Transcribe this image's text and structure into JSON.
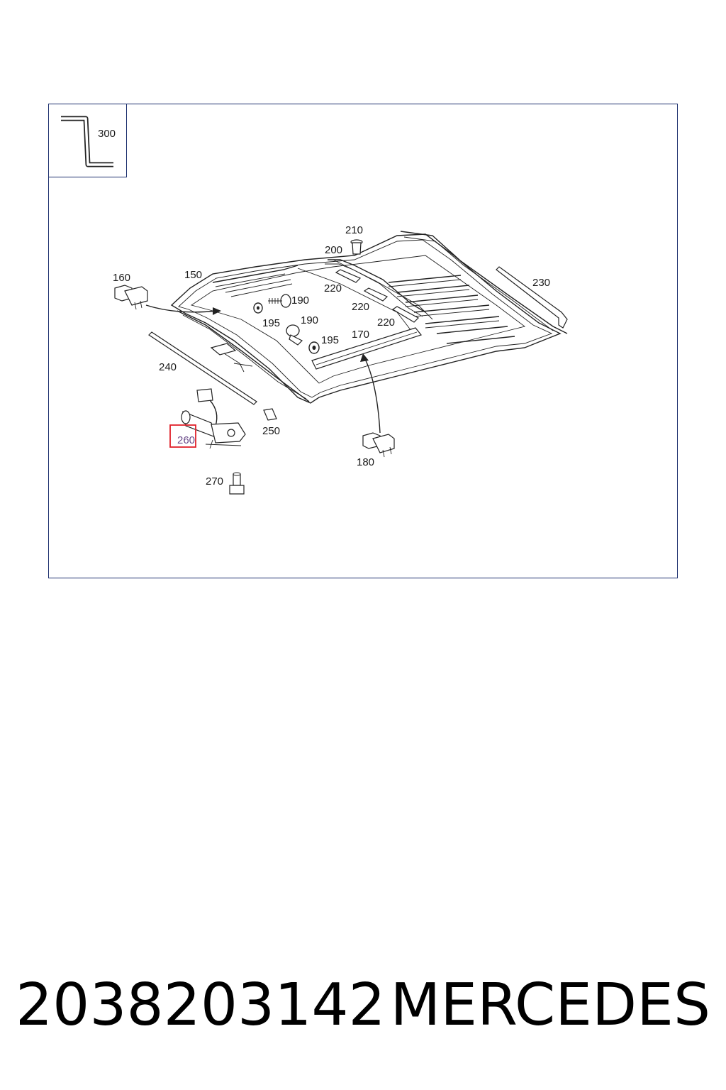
{
  "diagram": {
    "labels": {
      "p300": "300",
      "p210": "210",
      "p200": "200",
      "p160": "160",
      "p150": "150",
      "p220a": "220",
      "p190a": "190",
      "p220b": "220",
      "p195a": "195",
      "p190b": "190",
      "p220c": "220",
      "p230": "230",
      "p170": "170",
      "p195b": "195",
      "p240": "240",
      "p250": "250",
      "p260": "260",
      "p180": "180",
      "p270": "270"
    },
    "highlighted_part": "260",
    "highlight_color": "#e0202a"
  },
  "footer": {
    "part_number": "2038203142",
    "brand": "MERCEDES"
  }
}
